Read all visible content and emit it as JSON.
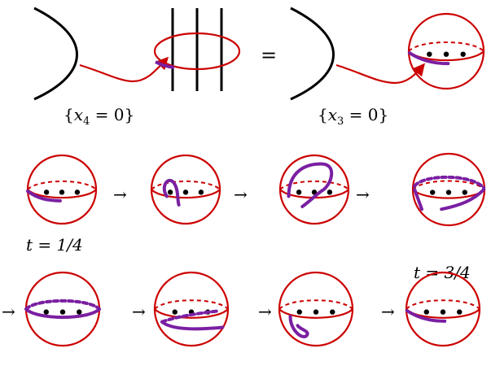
{
  "colors": {
    "sphere": "#cc0000",
    "arc": "#7a1fa2",
    "strand": "#000000",
    "arrow": "#cc0000",
    "background": "#ffffff"
  },
  "top_row": {
    "equals_sign": "=",
    "label_left": {
      "open": "{",
      "var": "x",
      "sub": "4",
      "rest": " = 0}"
    },
    "label_right": {
      "open": "{",
      "var": "x",
      "sub": "3",
      "rest": " = 0}"
    },
    "strand_count": 3
  },
  "sequence": {
    "step_arrow": "→",
    "label_quarter": "t = 1/4",
    "label_three_quarter": "t = 3/4",
    "frames_per_row": 4,
    "rows": 2
  }
}
